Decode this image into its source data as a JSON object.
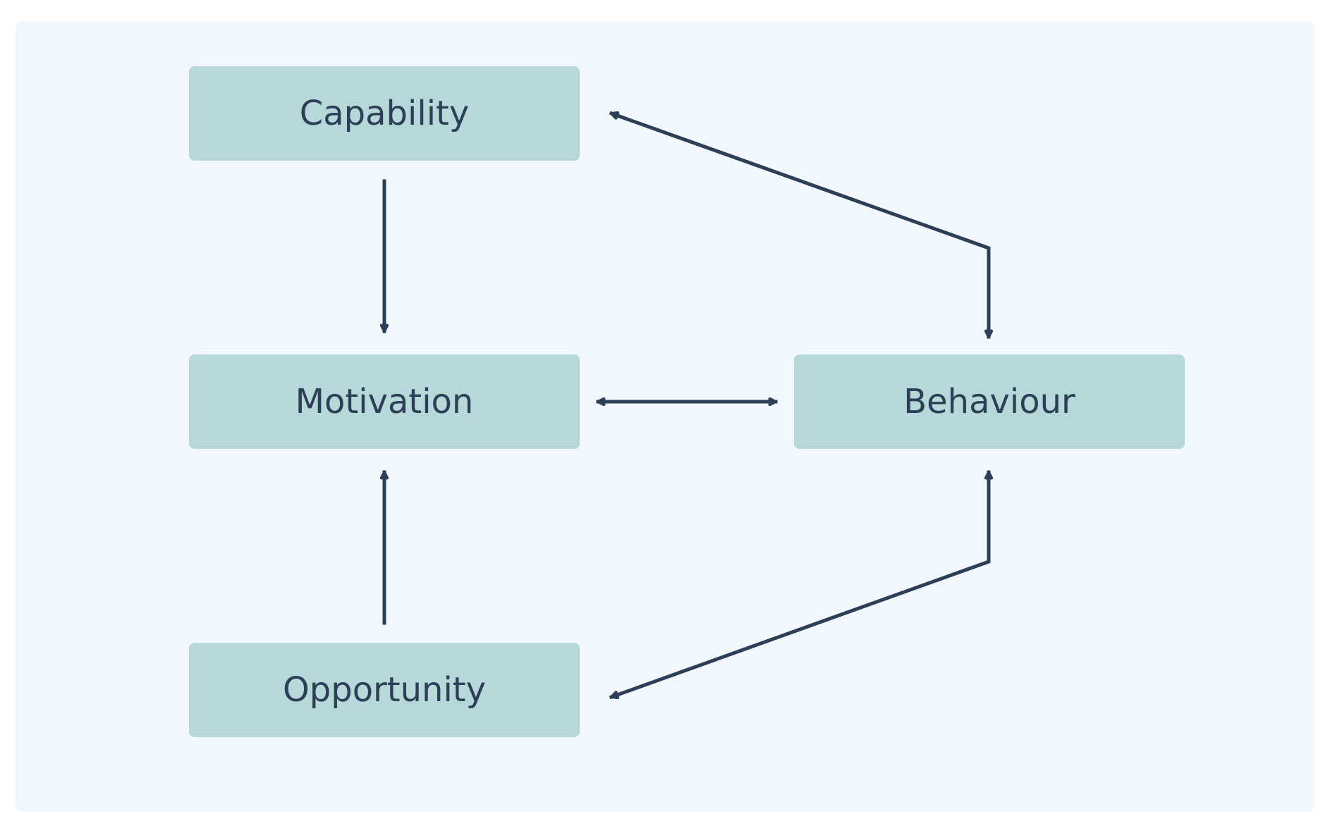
{
  "diagram": {
    "nodes": {
      "capability": "Capability",
      "motivation": "Motivation",
      "opportunity": "Opportunity",
      "behaviour": "Behaviour"
    },
    "edges": [
      {
        "from": "capability",
        "to": "motivation",
        "direction": "forward"
      },
      {
        "from": "opportunity",
        "to": "motivation",
        "direction": "forward"
      },
      {
        "from": "motivation",
        "to": "behaviour",
        "direction": "both"
      },
      {
        "from": "behaviour",
        "to": "capability",
        "direction": "both"
      },
      {
        "from": "behaviour",
        "to": "opportunity",
        "direction": "both"
      }
    ],
    "colors": {
      "panel": "#f2f7fb",
      "node_fill": "#b6d8d9",
      "ink": "#2d3e57"
    }
  }
}
